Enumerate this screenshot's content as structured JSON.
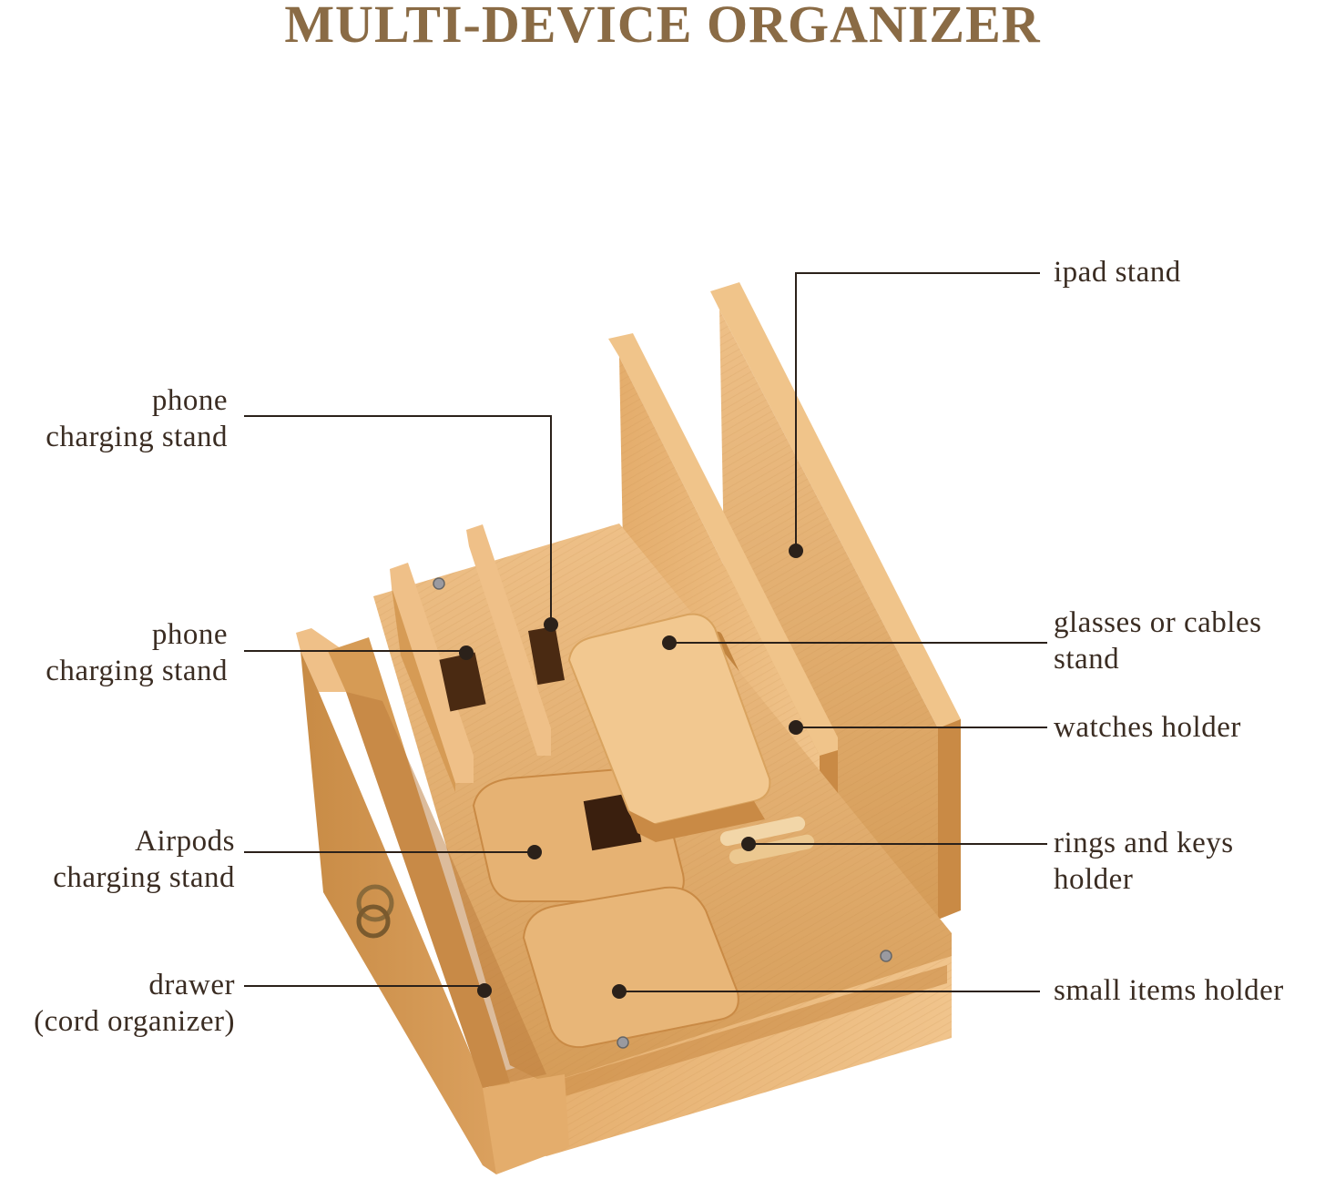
{
  "title": "MULTI-DEVICE ORGANIZER",
  "colors": {
    "title": "#8a6b45",
    "label_text": "#3a2c22",
    "leader_line": "#2b211a",
    "bamboo_light": "#e8b87a",
    "bamboo_mid": "#d9a35f",
    "bamboo_dark": "#b9803f",
    "hardware": "#8a6a3a"
  },
  "callouts": {
    "ipad_stand": "ipad stand",
    "phone_stand_1": [
      "phone",
      "charging stand"
    ],
    "phone_stand_2": [
      "phone",
      "charging stand"
    ],
    "glasses_stand": [
      "glasses or cables",
      "stand"
    ],
    "watches_holder": "watches holder",
    "airpods_stand": [
      "Airpods",
      "charging stand"
    ],
    "rings_keys_holder": [
      "rings and keys",
      "holder"
    ],
    "drawer": [
      "drawer",
      "(cord organizer)"
    ],
    "small_items_holder": "small items holder"
  }
}
